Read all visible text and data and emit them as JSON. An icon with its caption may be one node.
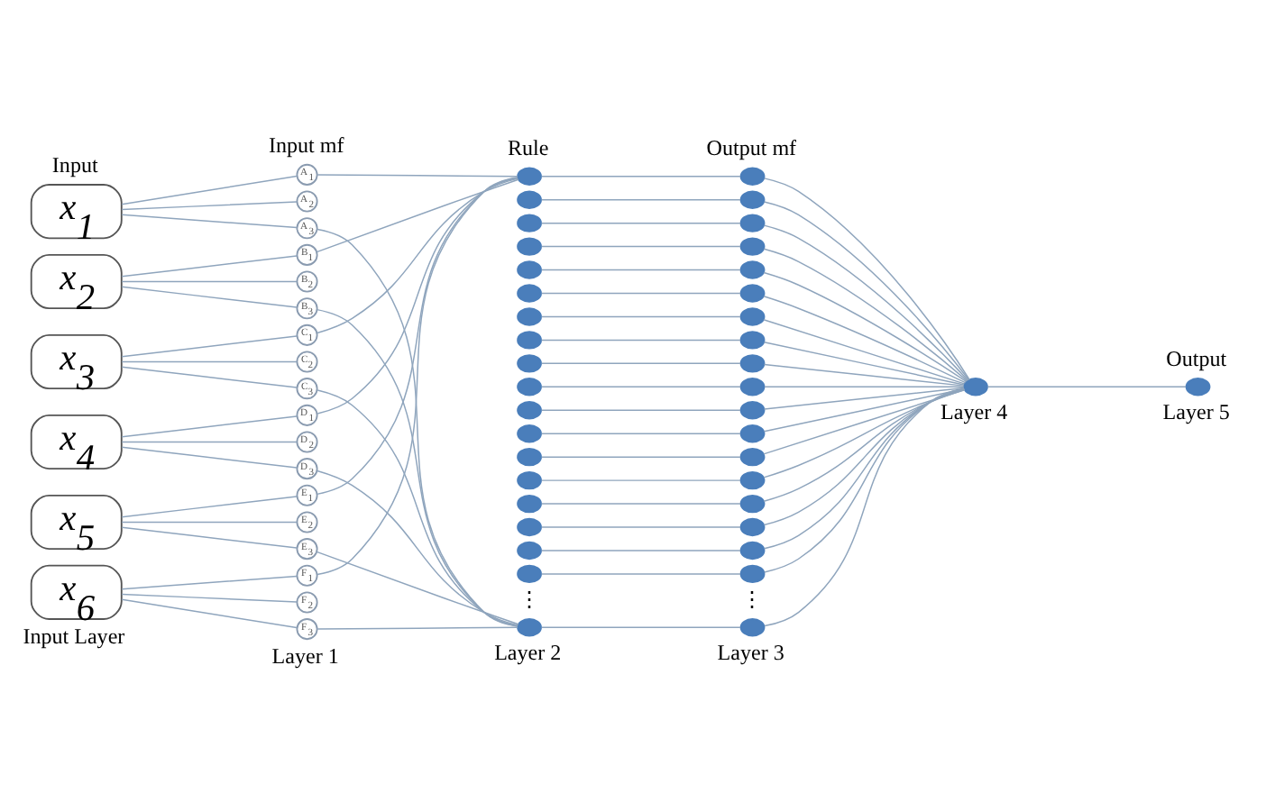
{
  "diagram": {
    "nodes": [
      {
        "text": [
          "x$_{1}$"
        ]
      },
      {
        "text": [
          "x$_{2}$"
        ]
      },
      {
        "text": [
          "x$_{3}$"
        ]
      },
      {
        "text": [
          "x$_{4}$"
        ]
      },
      {
        "text": [
          "x$_{5}$"
        ]
      },
      {
        "text": [
          "x$_{6}$"
        ]
      },
      {
        "text": [
          "A$_{1}$"
        ]
      },
      {
        "text": [
          "A$_{2}$"
        ]
      },
      {
        "text": [
          "A$_{3}$"
        ]
      },
      {
        "text": [
          "B$_{1}$"
        ]
      },
      {
        "text": [
          "B$_{2}$"
        ]
      },
      {
        "text": [
          "B$_{3}$"
        ]
      },
      {
        "text": [
          "C$_{1}$"
        ]
      },
      {
        "text": [
          "C$_{2}$"
        ]
      },
      {
        "text": [
          "C$_{3}$"
        ]
      },
      {
        "text": [
          "D$_{1}$"
        ]
      },
      {
        "text": [
          "D$_{2}$"
        ]
      },
      {
        "text": [
          "D$_{3}$"
        ]
      },
      {
        "text": [
          "E$_{1}$"
        ]
      },
      {
        "text": [
          "E$_{2}$"
        ]
      },
      {
        "text": [
          "E$_{3}$"
        ]
      },
      {
        "text": [
          "F$_{1}$"
        ]
      },
      {
        "text": [
          "F$_{2}$"
        ]
      },
      {
        "text": [
          "F$_{3}$"
        ]
      },
      {
        "text": [],
        "shape": "circle"
      },
      {
        "text": [],
        "shape": "circle"
      },
      {
        "text": [],
        "shape": "circle"
      },
      {
        "text": [],
        "shape": "circle"
      },
      {
        "text": [],
        "shape": "circle"
      },
      {
        "text": [],
        "shape": "circle"
      },
      {
        "text": [],
        "shape": "circle"
      },
      {
        "text": [],
        "shape": "circle"
      },
      {
        "text": [],
        "shape": "circle"
      },
      {
        "text": [],
        "shape": "circle"
      },
      {
        "text": [],
        "shape": "circle"
      },
      {
        "text": [],
        "shape": "circle"
      },
      {
        "text": [],
        "shape": "circle"
      },
      {
        "text": [],
        "shape": "circle"
      },
      {
        "text": [],
        "shape": "circle"
      },
      {
        "text": [],
        "shape": "circle"
      },
      {
        "text": [],
        "shape": "circle"
      },
      {
        "text": [],
        "shape": "circle"
      },
      {
        "text": [],
        "shape": "circle"
      },
      {
        "text": [],
        "shape": "circle"
      },
      {
        "text": [],
        "shape": "circle"
      },
      {
        "text": [],
        "shape": "circle"
      },
      {
        "text": [],
        "shape": "circle"
      },
      {
        "text": [],
        "shape": "circle"
      },
      {
        "text": [],
        "shape": "circle"
      },
      {
        "text": [],
        "shape": "circle"
      },
      {
        "text": [],
        "shape": "circle"
      },
      {
        "text": [],
        "shape": "circle"
      },
      {
        "text": [],
        "shape": "circle"
      },
      {
        "text": [],
        "shape": "circle"
      },
      {
        "text": [],
        "shape": "circle"
      },
      {
        "text": [],
        "shape": "circle"
      },
      {
        "text": [],
        "shape": "circle"
      },
      {
        "text": [],
        "shape": "circle"
      },
      {
        "text": [],
        "shape": "circle"
      },
      {
        "text": [],
        "shape": "circle"
      },
      {
        "text": [],
        "shape": "circle"
      },
      {
        "text": [],
        "shape": "circle"
      },
      {
        "text": [],
        "shape": "circle"
      },
      {
        "text": [],
        "shape": "circle"
      }
    ],
    "edges": [
      {
        "from": 0,
        "to": 6,
        "arrow": "none"
      },
      {
        "from": 0,
        "to": 7,
        "arrow": "none"
      },
      {
        "from": 0,
        "to": 8,
        "arrow": "none"
      },
      {
        "from": 1,
        "to": 9,
        "arrow": "none"
      },
      {
        "from": 1,
        "to": 10,
        "arrow": "none"
      },
      {
        "from": 1,
        "to": 11,
        "arrow": "none"
      },
      {
        "from": 2,
        "to": 12,
        "arrow": "none"
      },
      {
        "from": 2,
        "to": 13,
        "arrow": "none"
      },
      {
        "from": 2,
        "to": 14,
        "arrow": "none"
      },
      {
        "from": 3,
        "to": 15,
        "arrow": "none"
      },
      {
        "from": 3,
        "to": 16,
        "arrow": "none"
      },
      {
        "from": 3,
        "to": 17,
        "arrow": "none"
      },
      {
        "from": 4,
        "to": 18,
        "arrow": "none"
      },
      {
        "from": 4,
        "to": 19,
        "arrow": "none"
      },
      {
        "from": 4,
        "to": 20,
        "arrow": "none"
      },
      {
        "from": 5,
        "to": 21,
        "arrow": "none"
      },
      {
        "from": 5,
        "to": 22,
        "arrow": "none"
      },
      {
        "from": 5,
        "to": 23,
        "arrow": "none"
      },
      {
        "from": 6,
        "to": 24,
        "arrow": "none"
      },
      {
        "from": 9,
        "to": 24,
        "arrow": "none"
      },
      {
        "from": 12,
        "to": 24,
        "arrow": "none"
      },
      {
        "from": 15,
        "to": 24,
        "arrow": "none"
      },
      {
        "from": 18,
        "to": 24,
        "arrow": "none"
      },
      {
        "from": 21,
        "to": 24,
        "arrow": "none"
      },
      {
        "from": 8,
        "to": 42,
        "arrow": "none"
      },
      {
        "from": 11,
        "to": 42,
        "arrow": "none"
      },
      {
        "from": 14,
        "to": 42,
        "arrow": "none"
      },
      {
        "from": 17,
        "to": 42,
        "arrow": "none"
      },
      {
        "from": 20,
        "to": 42,
        "arrow": "none"
      },
      {
        "from": 23,
        "to": 42,
        "arrow": "none"
      },
      {
        "from": 24,
        "to": 43,
        "arrow": "none"
      },
      {
        "from": 25,
        "to": 44,
        "arrow": "none"
      },
      {
        "from": 26,
        "to": 45,
        "arrow": "none"
      },
      {
        "from": 27,
        "to": 46,
        "arrow": "none"
      },
      {
        "from": 28,
        "to": 47,
        "arrow": "none"
      },
      {
        "from": 29,
        "to": 48,
        "arrow": "none"
      },
      {
        "from": 30,
        "to": 49,
        "arrow": "none"
      },
      {
        "from": 31,
        "to": 50,
        "arrow": "none"
      },
      {
        "from": 32,
        "to": 51,
        "arrow": "none"
      },
      {
        "from": 33,
        "to": 52,
        "arrow": "none"
      },
      {
        "from": 34,
        "to": 53,
        "arrow": "none"
      },
      {
        "from": 35,
        "to": 54,
        "arrow": "none"
      },
      {
        "from": 36,
        "to": 55,
        "arrow": "none"
      },
      {
        "from": 37,
        "to": 56,
        "arrow": "none"
      },
      {
        "from": 38,
        "to": 57,
        "arrow": "none"
      },
      {
        "from": 39,
        "to": 58,
        "arrow": "none"
      },
      {
        "from": 40,
        "to": 59,
        "arrow": "none"
      },
      {
        "from": 41,
        "to": 60,
        "arrow": "none"
      },
      {
        "from": 42,
        "to": 61,
        "arrow": "none"
      },
      {
        "from": 43,
        "to": 62,
        "arrow": "none"
      },
      {
        "from": 44,
        "to": 62,
        "arrow": "none"
      },
      {
        "from": 45,
        "to": 62,
        "arrow": "none"
      },
      {
        "from": 46,
        "to": 62,
        "arrow": "none"
      },
      {
        "from": 47,
        "to": 62,
        "arrow": "none"
      },
      {
        "from": 48,
        "to": 62,
        "arrow": "none"
      },
      {
        "from": 49,
        "to": 62,
        "arrow": "none"
      },
      {
        "from": 50,
        "to": 62,
        "arrow": "none"
      },
      {
        "from": 51,
        "to": 62,
        "arrow": "none"
      },
      {
        "from": 52,
        "to": 62,
        "arrow": "none"
      },
      {
        "from": 53,
        "to": 62,
        "arrow": "none"
      },
      {
        "from": 54,
        "to": 62,
        "arrow": "none"
      },
      {
        "from": 55,
        "to": 62,
        "arrow": "none"
      },
      {
        "from": 56,
        "to": 62,
        "arrow": "none"
      },
      {
        "from": 57,
        "to": 62,
        "arrow": "none"
      },
      {
        "from": 58,
        "to": 62,
        "arrow": "none"
      },
      {
        "from": 59,
        "to": 62,
        "arrow": "none"
      },
      {
        "from": 60,
        "to": 62,
        "arrow": "none"
      },
      {
        "from": 61,
        "to": 62,
        "arrow": "none"
      },
      {
        "from": 62,
        "to": 63,
        "arrow": "none"
      }
    ],
    "labels": [
      "Input mf",
      "Rule",
      "Output mf",
      "Input",
      "Output",
      "⋮",
      "⋮",
      "Input Layer",
      "Layer 1",
      "Layer 2",
      "Layer 3",
      "Layer 4",
      "Layer 5"
    ]
  }
}
